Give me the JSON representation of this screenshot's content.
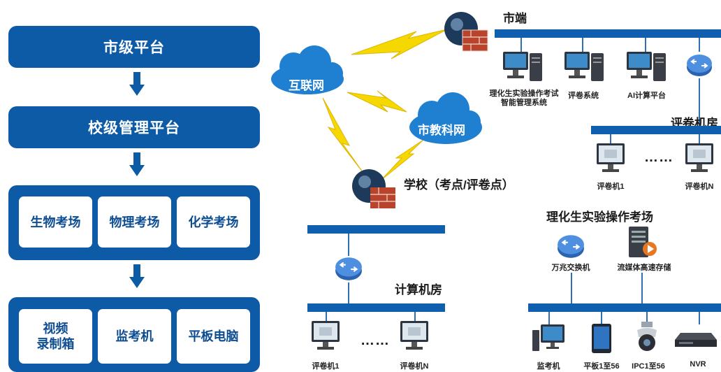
{
  "left": {
    "city_platform": "市级平台",
    "school_platform": "校级管理平台",
    "exam_rooms": [
      "生物考场",
      "物理考场",
      "化学考场"
    ],
    "devices": [
      "视频\n录制箱",
      "监考机",
      "平板电脑"
    ]
  },
  "network": {
    "internet": "互联网",
    "edu_net": "市教科网",
    "city_end": "市端",
    "school": "学校（考点/评卷点）",
    "computer_room": "计算机房",
    "grading_room": "评卷机房",
    "lab_exam_room": "理化生实验操作考场",
    "city_devices": [
      "理化生实验操作考试\n智能管理系统",
      "评卷系统",
      "AI计算平台"
    ],
    "computer_room_pcs": [
      "评卷机1",
      "评卷机N"
    ],
    "grading_room_pcs": [
      "评卷机1",
      "评卷机N"
    ],
    "dots": "……",
    "lab_top_devices": [
      "万兆交换机",
      "流媒体高速存储"
    ],
    "lab_bottom_devices": [
      "监考机",
      "平板1至56",
      "IPC1至56",
      "NVR"
    ]
  },
  "colors": {
    "primary_blue": "#0d5aa7",
    "bus_blue": "#0f5fae",
    "cloud_blue": "#1f7fd1",
    "bolt_yellow": "#f5d800"
  }
}
